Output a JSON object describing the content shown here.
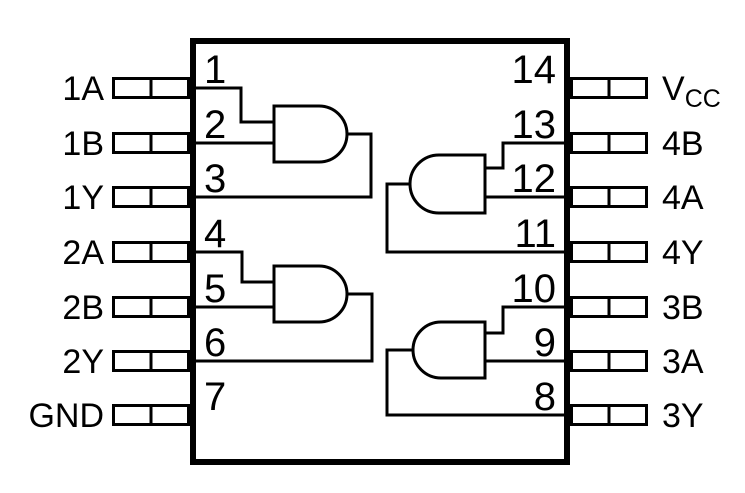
{
  "diagram_title": "",
  "colors": {
    "line": "#000000",
    "background": "#ffffff"
  },
  "ic": {
    "package": {
      "pin_count_left": 7,
      "pin_count_right": 7
    },
    "left_pins": [
      {
        "number": "1",
        "label": "1A"
      },
      {
        "number": "2",
        "label": "1B"
      },
      {
        "number": "3",
        "label": "1Y"
      },
      {
        "number": "4",
        "label": "2A"
      },
      {
        "number": "5",
        "label": "2B"
      },
      {
        "number": "6",
        "label": "2Y"
      },
      {
        "number": "7",
        "label": "GND"
      }
    ],
    "right_pins": [
      {
        "number": "14",
        "label": "V",
        "label_sub": "CC"
      },
      {
        "number": "13",
        "label": "4B",
        "label_sub": ""
      },
      {
        "number": "12",
        "label": "4A",
        "label_sub": ""
      },
      {
        "number": "11",
        "label": "4Y",
        "label_sub": ""
      },
      {
        "number": "10",
        "label": "3B",
        "label_sub": ""
      },
      {
        "number": "9",
        "label": "3A",
        "label_sub": ""
      },
      {
        "number": "8",
        "label": "3Y",
        "label_sub": ""
      }
    ]
  }
}
